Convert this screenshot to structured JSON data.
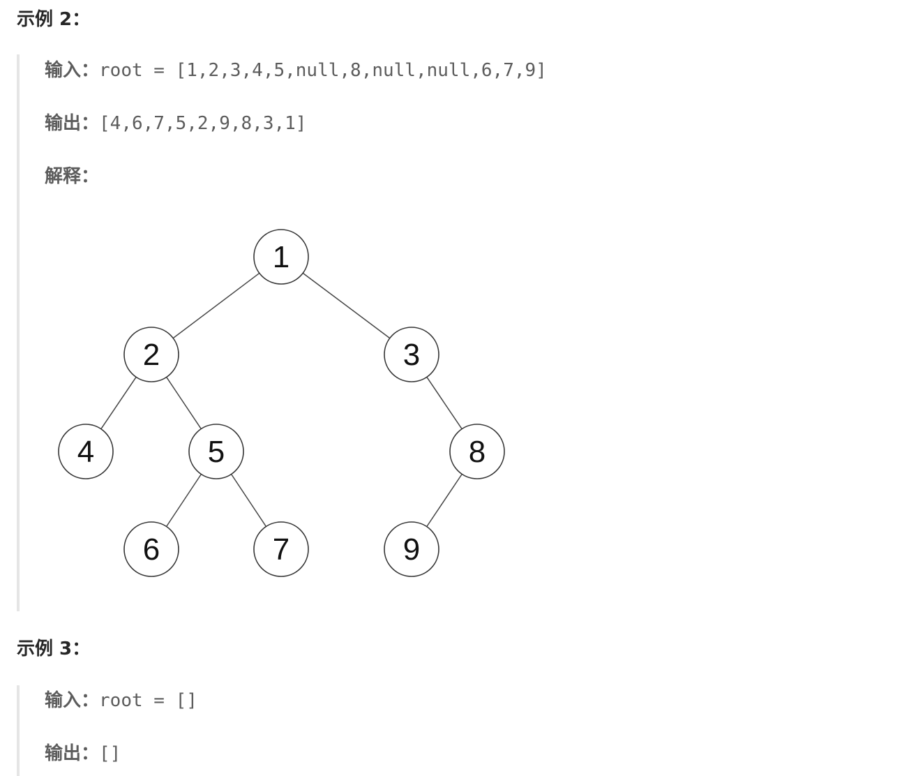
{
  "examples": [
    {
      "heading": "示例 2：",
      "input_label": "输入：",
      "input_value": "root = [1,2,3,4,5,null,8,null,null,6,7,9]",
      "output_label": "输出：",
      "output_value": "[4,6,7,5,2,9,8,3,1]",
      "explanation_label": "解释："
    },
    {
      "heading": "示例 3：",
      "input_label": "输入：",
      "input_value": "root = []",
      "output_label": "输出：",
      "output_value": "[]"
    }
  ],
  "tree": {
    "nodes": [
      {
        "id": "n1",
        "label": "1"
      },
      {
        "id": "n2",
        "label": "2"
      },
      {
        "id": "n3",
        "label": "3"
      },
      {
        "id": "n4",
        "label": "4"
      },
      {
        "id": "n5",
        "label": "5"
      },
      {
        "id": "n8",
        "label": "8"
      },
      {
        "id": "n6",
        "label": "6"
      },
      {
        "id": "n7",
        "label": "7"
      },
      {
        "id": "n9",
        "label": "9"
      }
    ],
    "edges": [
      [
        "n1",
        "n2"
      ],
      [
        "n1",
        "n3"
      ],
      [
        "n2",
        "n4"
      ],
      [
        "n2",
        "n5"
      ],
      [
        "n3",
        "n8"
      ],
      [
        "n5",
        "n6"
      ],
      [
        "n5",
        "n7"
      ],
      [
        "n8",
        "n9"
      ]
    ]
  }
}
